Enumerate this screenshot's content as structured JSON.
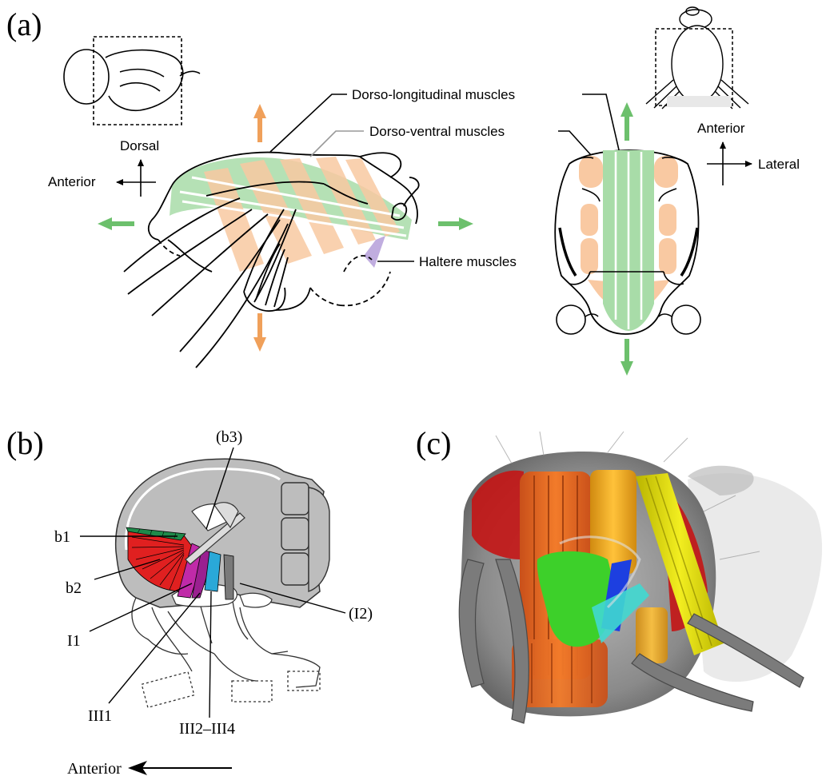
{
  "panel_a": {
    "panel_label": "(a)",
    "labels": {
      "dlm": "Dorso-longitudinal muscles",
      "dvm": "Dorso-ventral muscles",
      "haltere": "Haltere muscles"
    },
    "side_axes": {
      "up": "Dorsal",
      "left": "Anterior"
    },
    "top_axes": {
      "up": "Anterior",
      "right": "Lateral"
    }
  },
  "panel_b": {
    "panel_label": "(b)",
    "labels": {
      "b3": "(b3)",
      "b1": "b1",
      "b2": "b2",
      "I1": "I1",
      "I2": "(I2)",
      "III1": "III1",
      "III2_III4": "III2–III4"
    },
    "axis": "Anterior"
  },
  "panel_c": {
    "panel_label": "(c)"
  },
  "colors": {
    "dlm_green": "#a8dca8",
    "dvm_orange": "#f9c9a2",
    "arrow_green": "#6cc06c",
    "arrow_orange": "#f0a05a",
    "haltere_purple": "#b9a4dc",
    "b1_green": "#1f8a4a",
    "b2_red": "#e02020",
    "I1_magenta": "#c02aa8",
    "III_blue": "#2aa8d8",
    "thorax_gray": "#bdbdbd"
  }
}
